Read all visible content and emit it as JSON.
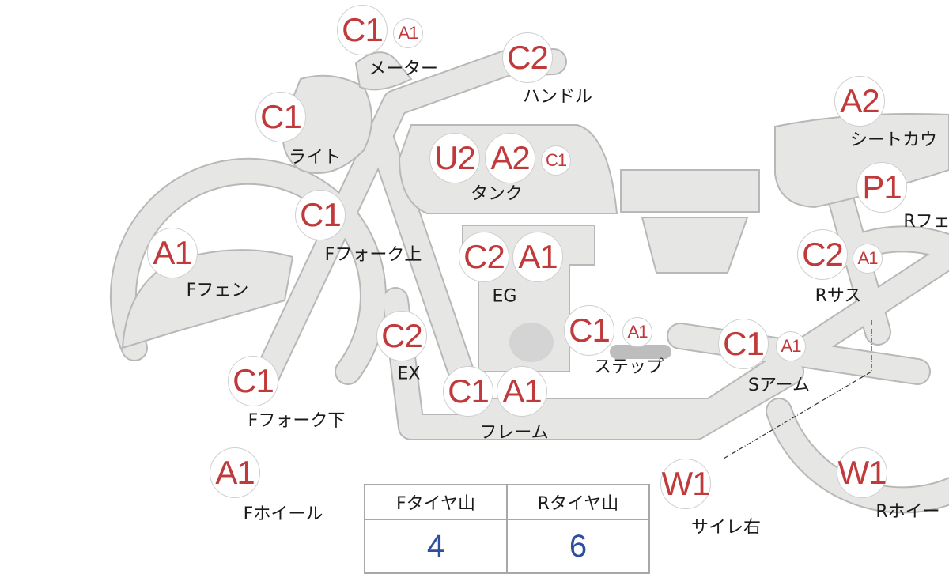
{
  "colors": {
    "badge_text": "#c0393b",
    "value_text": "#2d4f9e",
    "part_fill": "#e6e6e4",
    "part_stroke": "#b8b8b8"
  },
  "parts": [
    {
      "name": "meter",
      "label": "メーター",
      "codes": [
        "C1",
        "A1"
      ]
    },
    {
      "name": "handle",
      "label": "ハンドル",
      "codes": [
        "C2"
      ]
    },
    {
      "name": "light",
      "label": "ライト",
      "codes": [
        "C1"
      ]
    },
    {
      "name": "tank",
      "label": "タンク",
      "codes": [
        "U2",
        "A2",
        "C1"
      ]
    },
    {
      "name": "fork-upper",
      "label": "Fフォーク上",
      "codes": [
        "C1"
      ]
    },
    {
      "name": "front-fender",
      "label": "Fフェン",
      "codes": [
        "A1"
      ]
    },
    {
      "name": "engine",
      "label": "EG",
      "codes": [
        "C2",
        "A1"
      ]
    },
    {
      "name": "exhaust",
      "label": "EX",
      "codes": [
        "C2"
      ]
    },
    {
      "name": "fork-lower",
      "label": "Fフォーク下",
      "codes": [
        "C1"
      ]
    },
    {
      "name": "front-wheel",
      "label": "Fホイール",
      "codes": [
        "A1"
      ]
    },
    {
      "name": "frame",
      "label": "フレーム",
      "codes": [
        "C1",
        "A1"
      ]
    },
    {
      "name": "step",
      "label": "ステップ",
      "codes": [
        "C1",
        "A1"
      ]
    },
    {
      "name": "swing-arm",
      "label": "Sアーム",
      "codes": [
        "C1",
        "A1"
      ]
    },
    {
      "name": "rear-suspension",
      "label": "Rサス",
      "codes": [
        "C2",
        "A1"
      ]
    },
    {
      "name": "seat-cowl",
      "label": "シートカウ",
      "codes": [
        "A2"
      ]
    },
    {
      "name": "rear-fender",
      "label": "Rフェ",
      "codes": [
        "P1"
      ]
    },
    {
      "name": "muffler-right",
      "label": "サイレ右",
      "codes": [
        "W1"
      ]
    },
    {
      "name": "rear-wheel",
      "label": "Rホイー",
      "codes": [
        "W1"
      ]
    }
  ],
  "tire_table": {
    "headers": [
      "Fタイヤ山",
      "Rタイヤ山"
    ],
    "values": [
      "4",
      "6"
    ]
  }
}
